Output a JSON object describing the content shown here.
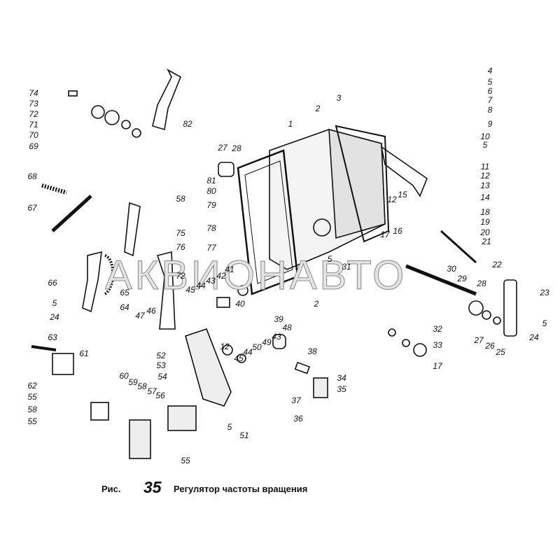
{
  "figure": {
    "prefix": "Рис.",
    "number": "35",
    "title": "Регулятор частоты вращения"
  },
  "watermark": "АКВИОНАВТО",
  "callouts": [
    "74",
    "73",
    "72",
    "71",
    "70",
    "69",
    "82",
    "68",
    "67",
    "58",
    "75",
    "76",
    "66",
    "65",
    "5",
    "24",
    "72",
    "45",
    "44",
    "43",
    "42",
    "41",
    "40",
    "2",
    "39",
    "31",
    "5",
    "64",
    "47",
    "46",
    "63",
    "61",
    "62",
    "55",
    "58",
    "55",
    "60",
    "59",
    "58",
    "57",
    "56",
    "52",
    "53",
    "54",
    "55",
    "12",
    "45",
    "44",
    "50",
    "49",
    "43",
    "48",
    "5",
    "51",
    "38",
    "34",
    "35",
    "37",
    "36",
    "32",
    "33",
    "17",
    "27",
    "26",
    "25",
    "24",
    "5",
    "23",
    "28",
    "29",
    "30",
    "21",
    "22",
    "20",
    "19",
    "18",
    "4",
    "5",
    "6",
    "7",
    "8",
    "9",
    "10",
    "5",
    "11",
    "12",
    "13",
    "14",
    "15",
    "12",
    "16",
    "17",
    "1",
    "2",
    "3",
    "27",
    "28",
    "81",
    "80",
    "79",
    "78",
    "77"
  ]
}
